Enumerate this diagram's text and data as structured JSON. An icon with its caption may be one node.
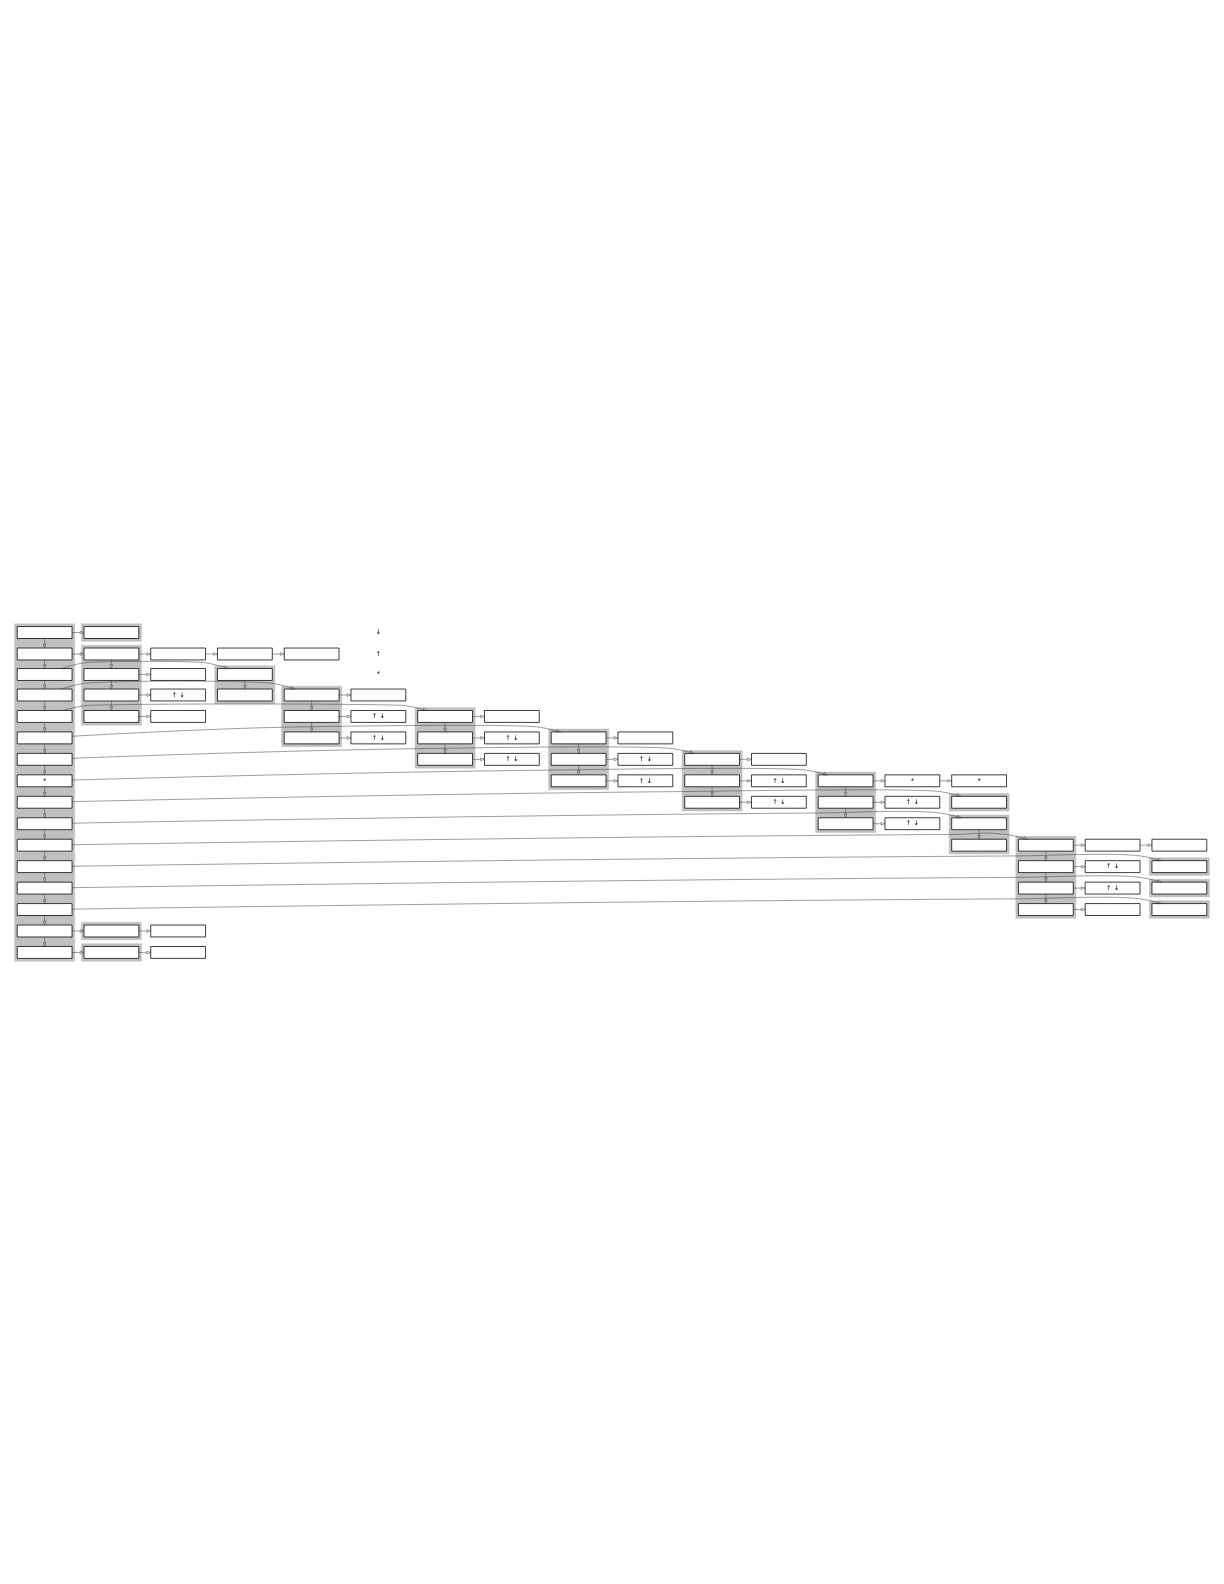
{
  "diagram": {
    "nodes": [
      {
        "text": [],
        "shape": "box"
      },
      {
        "text": [],
        "shape": "box",
        "in": 0
      },
      {
        "text": [],
        "shape": "box"
      },
      {
        "text": [],
        "shape": "box",
        "in": 2
      },
      {
        "text": [],
        "shape": "box",
        "in": 0
      },
      {
        "text": [],
        "shape": "box"
      },
      {
        "text": [],
        "shape": "box",
        "in": 5
      },
      {
        "text": [],
        "shape": "box",
        "in": 5
      },
      {
        "text": [],
        "shape": "box",
        "in": 5
      },
      {
        "text": [],
        "shape": "box",
        "in": 5
      },
      {
        "text": [],
        "shape": "box"
      },
      {
        "text": [],
        "shape": "box"
      },
      {
        "text": [],
        "shape": "box"
      },
      {
        "text": [],
        "shape": "box"
      },
      {
        "text": [
          "↑ ↓"
        ]
      },
      {
        "text": [],
        "shape": "box"
      },
      {
        "text": [],
        "shape": "box",
        "in": 0
      },
      {
        "text": [],
        "shape": "box"
      },
      {
        "text": [],
        "shape": "box",
        "in": 17
      },
      {
        "text": [],
        "shape": "box",
        "in": 17
      },
      {
        "text": [],
        "shape": "box",
        "in": 0
      },
      {
        "text": [],
        "shape": "box"
      },
      {
        "text": [],
        "shape": "box",
        "in": 21
      },
      {
        "text": [],
        "shape": "box",
        "in": 21
      },
      {
        "text": [],
        "shape": "box",
        "in": 21
      },
      {
        "text": [],
        "shape": "box"
      },
      {
        "text": [
          "↑ ↓"
        ]
      },
      {
        "text": [
          "↑ ↓"
        ]
      },
      {
        "text": [],
        "shape": "box",
        "in": 0
      },
      {
        "text": [],
        "shape": "box"
      },
      {
        "text": [],
        "shape": "box",
        "in": 29
      },
      {
        "text": [],
        "shape": "box",
        "in": 29
      },
      {
        "text": [],
        "shape": "box",
        "in": 29
      },
      {
        "text": [],
        "shape": "box"
      },
      {
        "text": [
          "↑ ↓"
        ]
      },
      {
        "text": [
          "↑ ↓"
        ]
      },
      {
        "text": [],
        "shape": "box",
        "in": 0
      },
      {
        "text": [],
        "shape": "box"
      },
      {
        "text": [],
        "shape": "box",
        "in": 37
      },
      {
        "text": [],
        "shape": "box",
        "in": 37
      },
      {
        "text": [],
        "shape": "box",
        "in": 37
      },
      {
        "text": [],
        "shape": "box"
      },
      {
        "text": [
          "↑ ↓"
        ]
      },
      {
        "text": [
          "↑ ↓"
        ]
      },
      {
        "text": [],
        "shape": "box",
        "in": 0
      },
      {
        "text": [],
        "shape": "box"
      },
      {
        "text": [],
        "shape": "box",
        "in": 45
      },
      {
        "text": [],
        "shape": "box",
        "in": 45
      },
      {
        "text": [],
        "shape": "box",
        "in": 45
      },
      {
        "text": [],
        "shape": "box"
      },
      {
        "text": [
          "↑ ↓"
        ]
      },
      {
        "text": [
          "↑ ↓"
        ]
      },
      {
        "text": [
          "*"
        ],
        "in": 0
      },
      {
        "text": [],
        "shape": "box"
      },
      {
        "text": [],
        "shape": "box",
        "in": 53
      },
      {
        "text": [],
        "shape": "box",
        "in": 53
      },
      {
        "text": [],
        "shape": "box",
        "in": 53
      },
      {
        "text": [
          "*"
        ]
      },
      {
        "text": [
          "*"
        ]
      },
      {
        "text": [
          "↑ ↓"
        ]
      },
      {
        "text": [
          "↑ ↓"
        ]
      },
      {
        "text": [],
        "shape": "box",
        "in": 0
      },
      {
        "text": [],
        "shape": "box"
      },
      {
        "text": [],
        "shape": "box",
        "in": 62
      },
      {
        "text": [],
        "shape": "box",
        "in": 0
      },
      {
        "text": [],
        "shape": "box"
      },
      {
        "text": [],
        "shape": "box",
        "in": 65
      },
      {
        "text": [],
        "shape": "box",
        "in": 65
      },
      {
        "text": [],
        "shape": "box",
        "in": 0
      },
      {
        "text": [],
        "shape": "box"
      },
      {
        "text": [],
        "shape": "box",
        "in": 69
      },
      {
        "text": [],
        "shape": "box",
        "in": 69
      },
      {
        "text": [],
        "shape": "box",
        "in": 69
      },
      {
        "text": [],
        "shape": "box",
        "in": 69
      },
      {
        "text": [],
        "shape": "box"
      },
      {
        "text": [],
        "shape": "box"
      },
      {
        "text": [
          "↑ ↓"
        ]
      },
      {
        "text": [
          "↑ ↓"
        ]
      },
      {
        "text": [],
        "shape": "box"
      },
      {
        "text": [],
        "shape": "box",
        "in": 0
      },
      {
        "text": [],
        "shape": "box"
      },
      {
        "text": [],
        "shape": "box",
        "in": 80
      },
      {
        "text": [],
        "shape": "box",
        "in": 0
      },
      {
        "text": [],
        "shape": "box"
      },
      {
        "text": [],
        "shape": "box",
        "in": 83
      },
      {
        "text": [],
        "shape": "box",
        "in": 0
      },
      {
        "text": [],
        "shape": "box"
      },
      {
        "text": [],
        "shape": "box",
        "in": 86
      },
      {
        "text": [],
        "shape": "box",
        "in": 0
      },
      {
        "text": [],
        "shape": "box"
      },
      {
        "text": [],
        "shape": "box",
        "in": 89
      },
      {
        "text": [],
        "shape": "box"
      },
      {
        "text": [],
        "shape": "box",
        "in": 0
      },
      {
        "text": [],
        "shape": "box"
      },
      {
        "text": [],
        "shape": "box",
        "in": 93
      },
      {
        "text": [],
        "shape": "box"
      }
    ],
    "edges": [
      {
        "from": 1,
        "to": 3,
        "arrow": "to"
      },
      {
        "from": 1,
        "to": 4,
        "arrow": "to"
      },
      {
        "from": 4,
        "to": 6,
        "arrow": "to"
      },
      {
        "from": 6,
        "to": 10,
        "arrow": "to"
      },
      {
        "from": 10,
        "to": 11,
        "arrow": "to"
      },
      {
        "from": 11,
        "to": 12,
        "arrow": "to"
      },
      {
        "from": 6,
        "to": 7,
        "arrow": "to"
      },
      {
        "from": 7,
        "to": 13,
        "arrow": "to"
      },
      {
        "from": 7,
        "to": 8,
        "arrow": "to"
      },
      {
        "from": 8,
        "to": 14,
        "arrow": "to"
      },
      {
        "from": 8,
        "to": 9,
        "arrow": "to"
      },
      {
        "from": 9,
        "to": 15,
        "arrow": "to"
      },
      {
        "from": 4,
        "to": 16,
        "arrow": "to"
      },
      {
        "from": 16,
        "to": 18,
        "arrow": "to"
      },
      {
        "from": 18,
        "to": 19,
        "arrow": "to"
      },
      {
        "from": 16,
        "to": 20,
        "arrow": "to"
      },
      {
        "from": 20,
        "to": 22,
        "arrow": "to"
      },
      {
        "from": 22,
        "to": 25,
        "arrow": "to"
      },
      {
        "from": 22,
        "to": 23,
        "arrow": "to"
      },
      {
        "from": 23,
        "to": 26,
        "arrow": "to"
      },
      {
        "from": 23,
        "to": 24,
        "arrow": "to"
      },
      {
        "from": 24,
        "to": 27,
        "arrow": "to"
      },
      {
        "from": 20,
        "to": 28,
        "arrow": "to"
      },
      {
        "from": 28,
        "to": 30,
        "arrow": "to"
      },
      {
        "from": 30,
        "to": 33,
        "arrow": "to"
      },
      {
        "from": 30,
        "to": 31,
        "arrow": "to"
      },
      {
        "from": 31,
        "to": 34,
        "arrow": "to"
      },
      {
        "from": 31,
        "to": 32,
        "arrow": "to"
      },
      {
        "from": 32,
        "to": 35,
        "arrow": "to"
      },
      {
        "from": 28,
        "to": 36,
        "arrow": "to"
      },
      {
        "from": 36,
        "to": 38,
        "arrow": "to"
      },
      {
        "from": 38,
        "to": 41,
        "arrow": "to"
      },
      {
        "from": 38,
        "to": 39,
        "arrow": "to"
      },
      {
        "from": 39,
        "to": 42,
        "arrow": "to"
      },
      {
        "from": 39,
        "to": 40,
        "arrow": "to"
      },
      {
        "from": 40,
        "to": 43,
        "arrow": "to"
      },
      {
        "from": 36,
        "to": 44,
        "arrow": "to"
      },
      {
        "from": 44,
        "to": 46,
        "arrow": "to"
      },
      {
        "from": 46,
        "to": 49,
        "arrow": "to"
      },
      {
        "from": 46,
        "to": 47,
        "arrow": "to"
      },
      {
        "from": 47,
        "to": 50,
        "arrow": "to"
      },
      {
        "from": 47,
        "to": 48,
        "arrow": "to"
      },
      {
        "from": 48,
        "to": 51,
        "arrow": "to"
      },
      {
        "from": 44,
        "to": 52,
        "arrow": "to"
      },
      {
        "from": 52,
        "to": 54,
        "arrow": "to"
      },
      {
        "from": 54,
        "to": 57,
        "arrow": "to"
      },
      {
        "from": 57,
        "to": 58,
        "arrow": "to"
      },
      {
        "from": 54,
        "to": 55,
        "arrow": "to"
      },
      {
        "from": 55,
        "to": 59,
        "arrow": "to"
      },
      {
        "from": 55,
        "to": 56,
        "arrow": "to"
      },
      {
        "from": 56,
        "to": 60,
        "arrow": "to"
      },
      {
        "from": 52,
        "to": 61,
        "arrow": "to"
      },
      {
        "from": 61,
        "to": 63,
        "arrow": "to"
      },
      {
        "from": 61,
        "to": 64,
        "arrow": "to"
      },
      {
        "from": 64,
        "to": 66,
        "arrow": "to"
      },
      {
        "from": 66,
        "to": 67,
        "arrow": "to"
      },
      {
        "from": 64,
        "to": 68,
        "arrow": "to"
      },
      {
        "from": 68,
        "to": 70,
        "arrow": "to"
      },
      {
        "from": 70,
        "to": 74,
        "arrow": "to"
      },
      {
        "from": 74,
        "to": 75,
        "arrow": "to"
      },
      {
        "from": 70,
        "to": 71,
        "arrow": "to"
      },
      {
        "from": 71,
        "to": 76,
        "arrow": "to"
      },
      {
        "from": 71,
        "to": 72,
        "arrow": "to"
      },
      {
        "from": 72,
        "to": 77,
        "arrow": "to"
      },
      {
        "from": 72,
        "to": 73,
        "arrow": "to"
      },
      {
        "from": 73,
        "to": 78,
        "arrow": "to"
      },
      {
        "from": 68,
        "to": 79,
        "arrow": "to"
      },
      {
        "from": 79,
        "to": 81,
        "arrow": "to"
      },
      {
        "from": 79,
        "to": 82,
        "arrow": "to"
      },
      {
        "from": 82,
        "to": 84,
        "arrow": "to"
      },
      {
        "from": 82,
        "to": 85,
        "arrow": "to"
      },
      {
        "from": 85,
        "to": 87,
        "arrow": "to"
      },
      {
        "from": 85,
        "to": 88,
        "arrow": "to"
      },
      {
        "from": 88,
        "to": 90,
        "arrow": "to"
      },
      {
        "from": 90,
        "to": 91,
        "arrow": "to"
      },
      {
        "from": 88,
        "to": 92,
        "arrow": "to"
      },
      {
        "from": 92,
        "to": 94,
        "arrow": "to"
      },
      {
        "from": 94,
        "to": 95,
        "arrow": "to"
      }
    ],
    "labels": [
      "↓",
      "↑",
      "*"
    ]
  }
}
